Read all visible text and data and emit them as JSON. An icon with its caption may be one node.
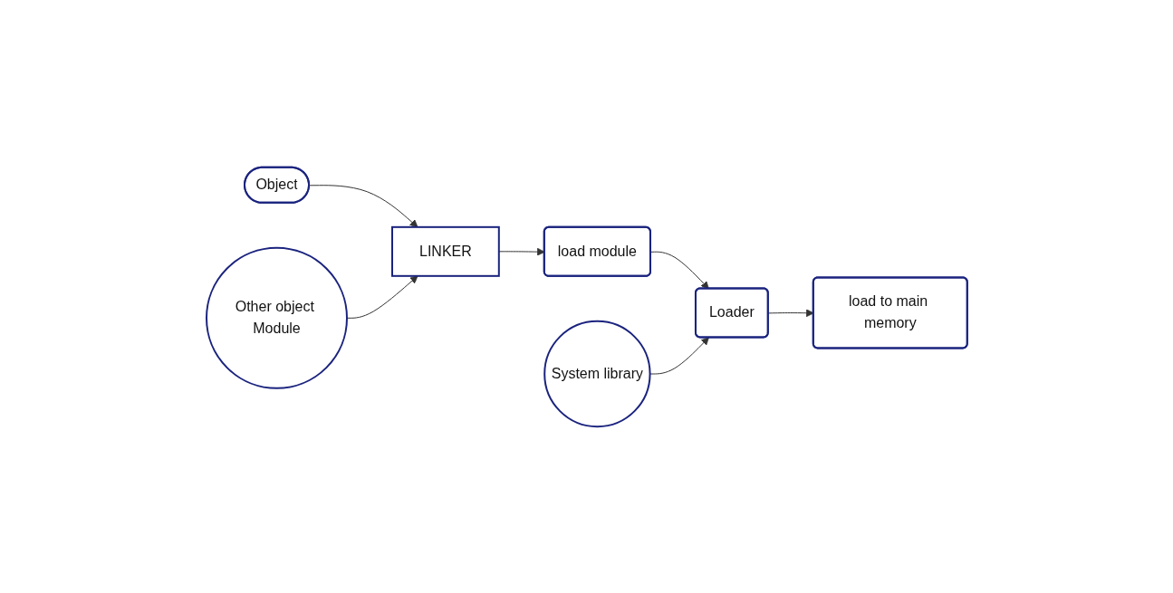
{
  "diagram": {
    "nodes": [
      {
        "text": [
          "Object"
        ]
      },
      {
        "text": [
          "LINKER"
        ]
      },
      {
        "text": [
          "load module"
        ]
      },
      {
        "text": [
          "Loader"
        ]
      },
      {
        "text": [
          "load to main memory"
        ]
      },
      {
        "text": [
          "Other object Module"
        ]
      },
      {
        "text": [
          "System library"
        ]
      }
    ],
    "edges": [
      {
        "from": 0,
        "to": 1,
        "arrow": "to"
      },
      {
        "from": 5,
        "to": 1,
        "arrow": "to"
      },
      {
        "from": 1,
        "to": 2,
        "arrow": "to"
      },
      {
        "from": 2,
        "to": 3,
        "arrow": "to"
      },
      {
        "from": 6,
        "to": 3,
        "arrow": "to"
      },
      {
        "from": 3,
        "to": 4,
        "arrow": "to"
      }
    ]
  }
}
